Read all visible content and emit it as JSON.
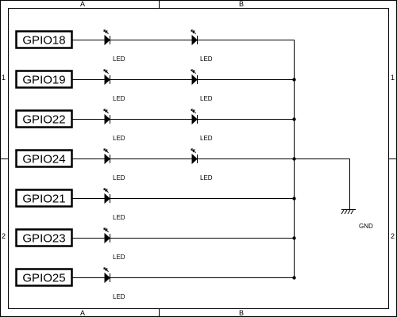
{
  "frame": {
    "top_zones": [
      "A",
      "B"
    ],
    "bottom_zones": [
      "A",
      "B"
    ],
    "left_zones": [
      "1",
      "2"
    ],
    "right_zones": [
      "1",
      "2"
    ]
  },
  "gpios": [
    {
      "label": "GPIO18",
      "leds": 2
    },
    {
      "label": "GPIO19",
      "leds": 2
    },
    {
      "label": "GPIO22",
      "leds": 2
    },
    {
      "label": "GPIO24",
      "leds": 2
    },
    {
      "label": "GPIO21",
      "leds": 1
    },
    {
      "label": "GPIO23",
      "leds": 1
    },
    {
      "label": "GPIO25",
      "leds": 1
    }
  ],
  "led_label": "LED",
  "ground": {
    "label": "GND"
  }
}
